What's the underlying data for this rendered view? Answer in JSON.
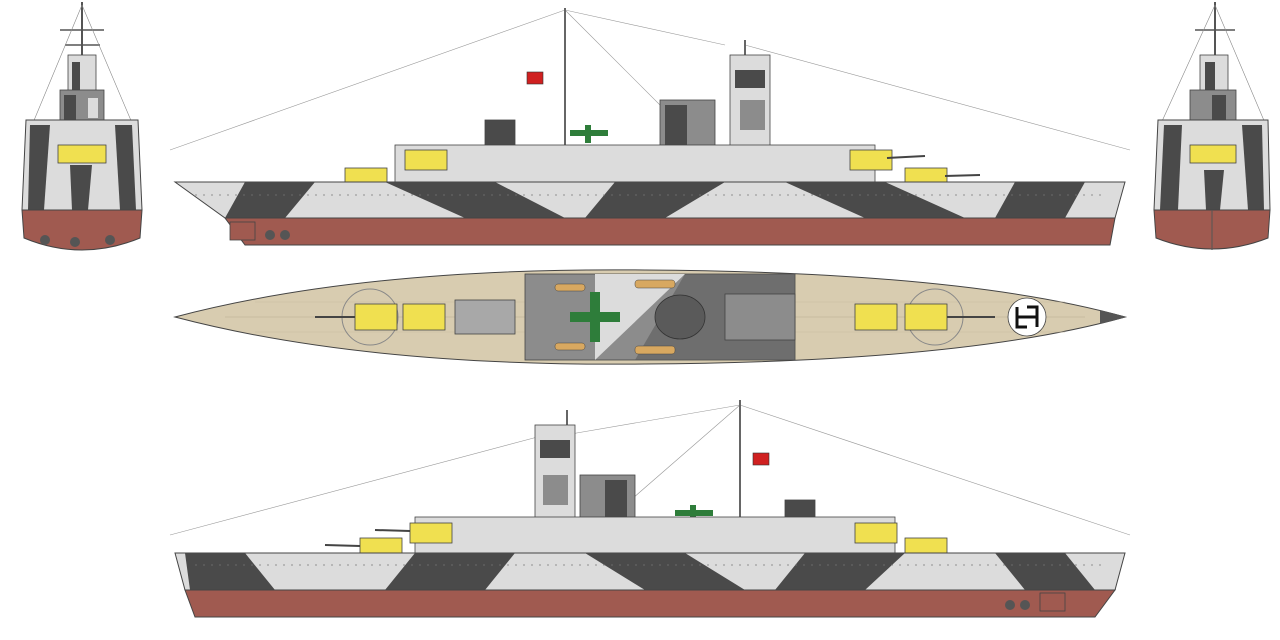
{
  "drawing": {
    "views": [
      {
        "id": "bow-view"
      },
      {
        "id": "starboard-profile"
      },
      {
        "id": "stern-view"
      },
      {
        "id": "plan-view"
      },
      {
        "id": "port-profile"
      }
    ]
  },
  "colors": {
    "hull_below_waterline": "#a05a50",
    "camo_dark": "#4a4a4a",
    "camo_light": "#dcdcdc",
    "camo_mid": "#8c8c8c",
    "turret_tops": "#f0e050",
    "deck_wood": "#d8ccb0",
    "aircraft": "#2e7d3a",
    "boats": "#d8a860",
    "flag_red": "#d02020"
  },
  "symbols": {
    "deck_marking": "air-recognition-circle",
    "flags": "ensign-flag"
  }
}
